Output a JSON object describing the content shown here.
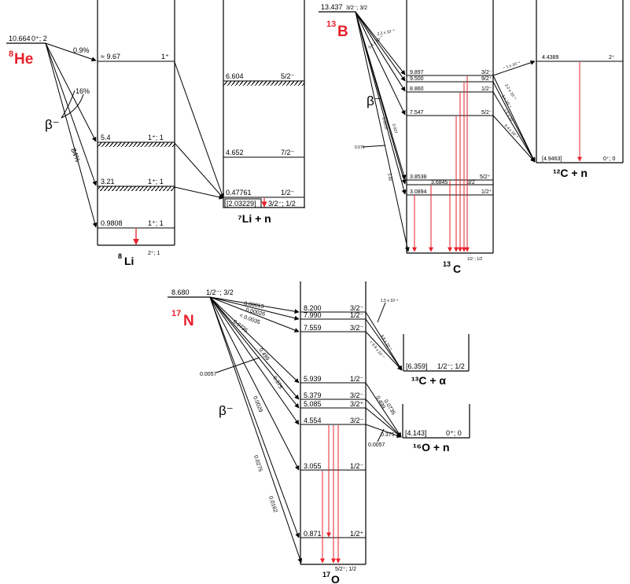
{
  "colors": {
    "ink": "#000000",
    "accent": "#e8202a"
  },
  "he8": {
    "parent": {
      "mass": "8",
      "symbol": "He",
      "energy": "10.664",
      "spin": "0⁺; 2"
    },
    "beta": "β⁻",
    "branches": [
      "0.9%",
      "16%",
      "84%"
    ],
    "daughter": {
      "mass": "8",
      "symbol": "Li",
      "ground_spin": "2⁺; 1"
    },
    "levels": [
      {
        "energy": "≈ 9.67",
        "spin": "1⁺"
      },
      {
        "energy": "5.4",
        "spin": "1⁺; 1"
      },
      {
        "energy": "3.21",
        "spin": "1⁺; 1"
      },
      {
        "energy": "0.9808",
        "spin": "1⁺; 1"
      }
    ],
    "channel": {
      "label": "⁷Li + n",
      "levels": [
        {
          "energy": "6.604",
          "spin": "5/2⁻"
        },
        {
          "energy": "4.652",
          "spin": "7/2⁻"
        },
        {
          "energy": "0.47761",
          "spin": "1/2⁻"
        }
      ],
      "threshold": {
        "energy": "[2.03229]",
        "spin": "3/2⁻; 1/2"
      }
    }
  },
  "b13": {
    "parent": {
      "mass": "13",
      "symbol": "B",
      "energy": "13.437",
      "spin": "3/2⁻; 3/2"
    },
    "beta": "β⁻",
    "daughter": {
      "mass": "13",
      "symbol": "C",
      "ground_spin": "1/2⁻; 1/2"
    },
    "levels": [
      {
        "energy": "9.897",
        "spin": "3/2⁻"
      },
      {
        "energy": "9.500",
        "spin": "9/2⁺"
      },
      {
        "energy": "8.860",
        "spin": "1/2⁻"
      },
      {
        "energy": "7.547",
        "spin": "5/2⁻"
      },
      {
        "energy": "3.8538",
        "spin": "5/2⁺"
      },
      {
        "energy": "3.6845",
        "spin": "3/2"
      },
      {
        "energy": "3.0894",
        "spin": "1/2⁺"
      }
    ],
    "branches": [
      "2.2 x 10⁻⁴",
      "~ 1 x 10⁻⁴",
      "1 x 10⁻⁴",
      "9.4 x 10⁻⁴",
      "0.076",
      "0.0016",
      "0.007",
      "0.92"
    ],
    "channel": {
      "label": "¹²C + n",
      "levels": [
        {
          "energy": "4.4389",
          "spin": "2⁺"
        }
      ],
      "threshold": {
        "energy": "[4.9463]",
        "spin": "0⁺; 0"
      },
      "branches": [
        "~ 1 x 10⁻⁴",
        "2.2 x 10⁻⁴",
        "1 x 10⁻⁴",
        "1.5 x 10⁻⁴",
        "9.4 x 10⁻⁴"
      ]
    }
  },
  "n17": {
    "parent": {
      "mass": "17",
      "symbol": "N",
      "energy": "8.680",
      "spin": "1/2⁻; 3/2"
    },
    "beta": "β⁻",
    "daughter": {
      "mass": "17",
      "symbol": "O",
      "ground_spin": "5/2⁺; 1/2"
    },
    "levels": [
      {
        "energy": "8.200",
        "spin": "3/2⁻"
      },
      {
        "energy": "7.990",
        "spin": "1/2⁻"
      },
      {
        "energy": "7.559",
        "spin": "3/2⁻"
      },
      {
        "energy": "5.939",
        "spin": "1/2⁻"
      },
      {
        "energy": "5.379",
        "spin": "3/2⁻"
      },
      {
        "energy": "5.085",
        "spin": "3/2⁺"
      },
      {
        "energy": "4.554",
        "spin": "3/2⁻"
      },
      {
        "energy": "3.055",
        "spin": "1/2⁻"
      },
      {
        "energy": "0.871",
        "spin": "1/2⁺"
      }
    ],
    "branches": [
      "0.00013",
      "0.00026",
      "< 0.0035",
      "0.0735",
      "0.0057",
      "0.499",
      "0.375",
      "0.0029",
      "0.0275",
      "0.0162"
    ],
    "alpha_channel": {
      "label": "¹³C + α",
      "threshold": {
        "energy": "[6.359]",
        "spin": "1/2⁻; 1/2"
      },
      "branches": [
        "1.5 x 10⁻⁵",
        "9.8 x 10⁻⁶",
        "< 6.9 x 10⁻⁷"
      ]
    },
    "n_channel": {
      "label": "¹⁶O + n",
      "threshold": {
        "energy": "[4.143]",
        "spin": "0⁺; 0"
      },
      "branches": [
        "0.499",
        "0.0735",
        "0.375",
        "0.0057"
      ]
    }
  }
}
